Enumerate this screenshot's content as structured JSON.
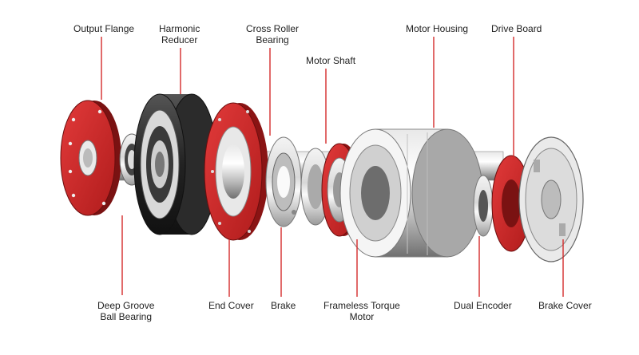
{
  "colors": {
    "accent": "#d42a2a",
    "metal_dark": "#2a2a2a",
    "metal_light": "#e6e6e6",
    "leader": "#d42a2a"
  },
  "labels": {
    "output_flange": "Output Flange",
    "harmonic_reducer": "Harmonic\nReducer",
    "cross_roller_bearing": "Cross Roller\nBearing",
    "motor_shaft": "Motor Shaft",
    "motor_housing": "Motor Housing",
    "drive_board": "Drive Board",
    "deep_groove_ball_bearing": "Deep Groove\nBall Bearing",
    "end_cover": "End Cover",
    "brake": "Brake",
    "frameless_torque_motor": "Frameless Torque\nMotor",
    "dual_encoder": "Dual Encoder",
    "brake_cover": "Brake Cover"
  }
}
